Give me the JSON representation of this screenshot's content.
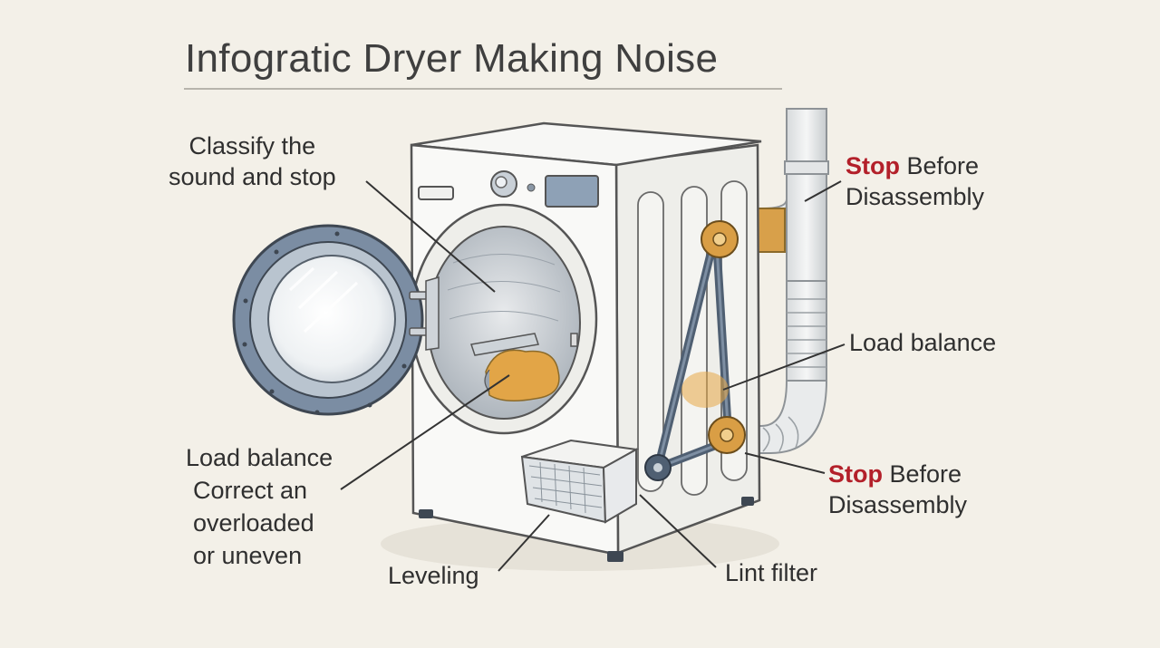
{
  "title": "Infogratic Dryer Making Noise",
  "labels": {
    "classify_line1": "Classify the",
    "classify_line2": "sound and stop",
    "stop_top_word": "Stop",
    "stop_top_rest": " Before",
    "stop_top_line2": "Disassembly",
    "load_balance_right": "Load balance",
    "stop_bottom_word": "Stop",
    "stop_bottom_rest": " Before",
    "stop_bottom_line2": "Disassembly",
    "load_balance_left_line1": "Load balance",
    "load_balance_left_line2": "Correct an",
    "load_balance_left_line3": "overloaded",
    "load_balance_left_line4": "or uneven",
    "leveling": "Leveling",
    "lint_filter": "Lint filter"
  },
  "colors": {
    "accent_red": "#b3202a",
    "steel_blue": "#6b7d93",
    "pulley_orange": "#d9a049",
    "background": "#f3f0e8"
  }
}
